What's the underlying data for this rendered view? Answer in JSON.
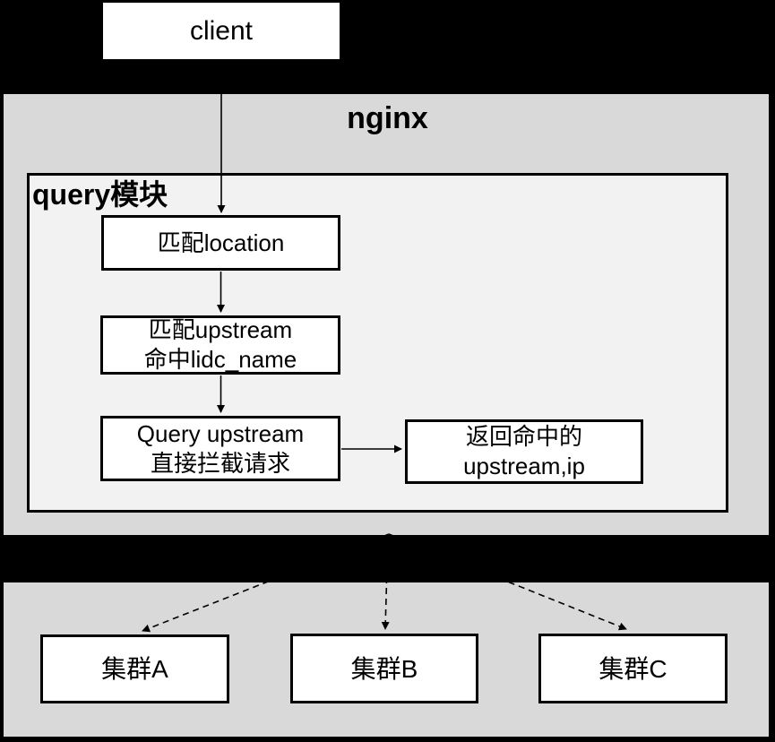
{
  "diagram": {
    "client": {
      "label": "client"
    },
    "nginx": {
      "title": "nginx"
    },
    "query_module": {
      "title": "query模块",
      "steps": [
        {
          "line1": "匹配location"
        },
        {
          "line1": "匹配upstream",
          "line2": "命中lidc_name"
        },
        {
          "line1": "Query upstream",
          "line2": "直接拦截请求"
        }
      ],
      "result": {
        "line1": "返回命中的",
        "line2": "upstream,ip"
      }
    },
    "clusters": [
      {
        "label": "集群A"
      },
      {
        "label": "集群B"
      },
      {
        "label": "集群C"
      }
    ],
    "colors": {
      "background": "#000000",
      "panel_fill": "#d9d9d9",
      "module_fill": "#f2f2f2",
      "node_fill": "#ffffff",
      "line": "#000000"
    }
  }
}
